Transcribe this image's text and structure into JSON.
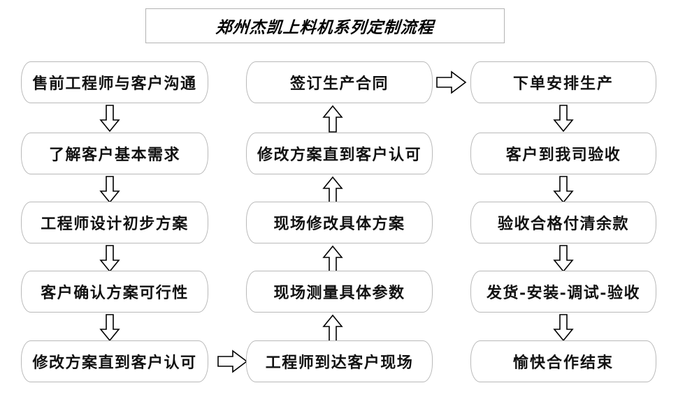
{
  "title": {
    "text": "郑州杰凯上料机系列定制流程"
  },
  "colors": {
    "background": "#ffffff",
    "box_border": "#b9b9b9",
    "title_border": "#b3b3b3",
    "text": "#111111",
    "arrow_stroke": "#000000"
  },
  "columns": [
    {
      "name": "column-1",
      "nodes": [
        {
          "id": "node-1",
          "label": "售前工程师与客户沟通"
        },
        {
          "id": "node-2",
          "label": "了解客户基本需求"
        },
        {
          "id": "node-3",
          "label": "工程师设计初步方案"
        },
        {
          "id": "node-4",
          "label": "客户确认方案可行性"
        },
        {
          "id": "node-5",
          "label": "修改方案直到客户认可"
        }
      ]
    },
    {
      "name": "column-2",
      "nodes": [
        {
          "id": "node-6",
          "label": "签订生产合同"
        },
        {
          "id": "node-7",
          "label": "修改方案直到客户认可"
        },
        {
          "id": "node-8",
          "label": "现场修改具体方案"
        },
        {
          "id": "node-9",
          "label": "现场测量具体参数"
        },
        {
          "id": "node-10",
          "label": "工程师到达客户现场"
        }
      ]
    },
    {
      "name": "column-3",
      "nodes": [
        {
          "id": "node-11",
          "label": "下单安排生产"
        },
        {
          "id": "node-12",
          "label": "客户到我司验收"
        },
        {
          "id": "node-13",
          "label": "验收合格付清余款"
        },
        {
          "id": "node-14",
          "label": "发货-安装-调试-验收"
        },
        {
          "id": "node-15",
          "label": "愉快合作结束"
        }
      ]
    }
  ],
  "arrows": [
    {
      "id": "arrow-1",
      "direction": "down",
      "icon": "arrow-down-icon",
      "from": "node-1",
      "to": "node-2"
    },
    {
      "id": "arrow-2",
      "direction": "down",
      "icon": "arrow-down-icon",
      "from": "node-2",
      "to": "node-3"
    },
    {
      "id": "arrow-3",
      "direction": "down",
      "icon": "arrow-down-icon",
      "from": "node-3",
      "to": "node-4"
    },
    {
      "id": "arrow-4",
      "direction": "down",
      "icon": "arrow-down-icon",
      "from": "node-4",
      "to": "node-5"
    },
    {
      "id": "arrow-5",
      "direction": "right",
      "icon": "arrow-right-icon",
      "from": "node-5",
      "to": "node-10"
    },
    {
      "id": "arrow-6",
      "direction": "up",
      "icon": "arrow-up-icon",
      "from": "node-10",
      "to": "node-9"
    },
    {
      "id": "arrow-7",
      "direction": "up",
      "icon": "arrow-up-icon",
      "from": "node-9",
      "to": "node-8"
    },
    {
      "id": "arrow-8",
      "direction": "up",
      "icon": "arrow-up-icon",
      "from": "node-8",
      "to": "node-7"
    },
    {
      "id": "arrow-9",
      "direction": "up",
      "icon": "arrow-up-icon",
      "from": "node-7",
      "to": "node-6"
    },
    {
      "id": "arrow-10",
      "direction": "right",
      "icon": "arrow-right-icon",
      "from": "node-6",
      "to": "node-11"
    },
    {
      "id": "arrow-11",
      "direction": "down",
      "icon": "arrow-down-icon",
      "from": "node-11",
      "to": "node-12"
    },
    {
      "id": "arrow-12",
      "direction": "down",
      "icon": "arrow-down-icon",
      "from": "node-12",
      "to": "node-13"
    },
    {
      "id": "arrow-13",
      "direction": "down",
      "icon": "arrow-down-icon",
      "from": "node-13",
      "to": "node-14"
    },
    {
      "id": "arrow-14",
      "direction": "down",
      "icon": "arrow-down-icon",
      "from": "node-14",
      "to": "node-15"
    }
  ]
}
